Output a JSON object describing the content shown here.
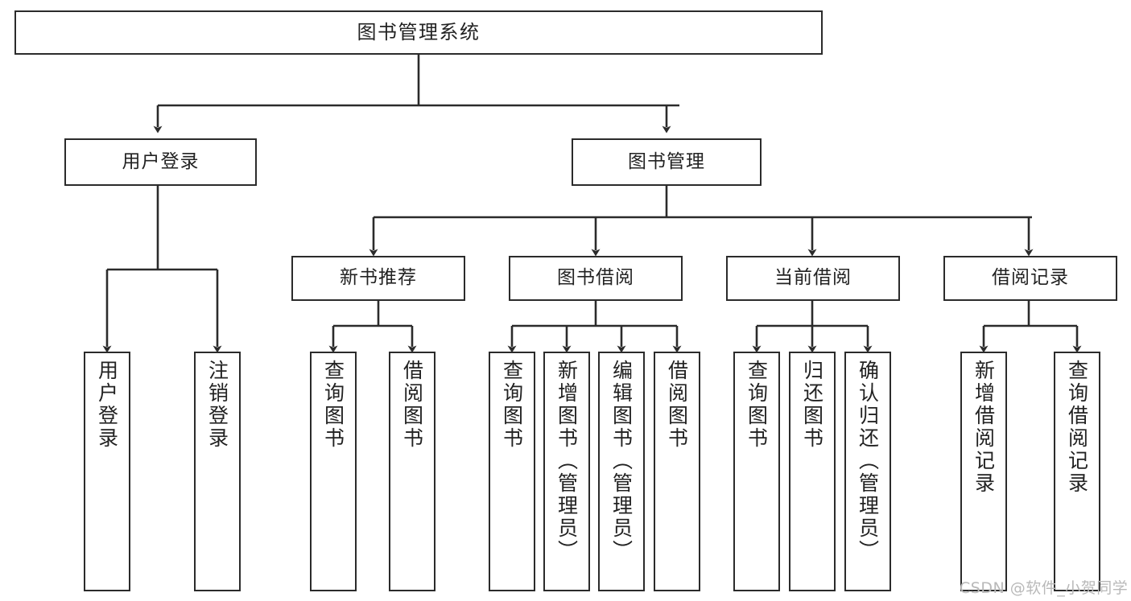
{
  "diagram": {
    "title": "图书管理系统",
    "type": "hierarchy-tree",
    "theme": {
      "background": "#ffffff",
      "box_border": "#2b2b2b",
      "box_fill": "#ffffff",
      "text": "#222222",
      "connector": "#2b2b2b",
      "watermark_color": "#b9b9b9"
    },
    "root": {
      "label": "图书管理系统"
    },
    "level2": [
      {
        "label": "用户登录"
      },
      {
        "label": "图书管理"
      }
    ],
    "level3": [
      {
        "label": "新书推荐"
      },
      {
        "label": "图书借阅"
      },
      {
        "label": "当前借阅"
      },
      {
        "label": "借阅记录"
      }
    ],
    "leaves": {
      "user_login": [
        {
          "label": "用户登录"
        },
        {
          "label": "注销登录"
        }
      ],
      "new_book_recommend": [
        {
          "label": "查询图书"
        },
        {
          "label": "借阅图书"
        }
      ],
      "book_borrow": [
        {
          "label": "查询图书"
        },
        {
          "label": "新增图书（管理员）"
        },
        {
          "label": "编辑图书（管理员）"
        },
        {
          "label": "借阅图书"
        }
      ],
      "current_borrow": [
        {
          "label": "查询图书"
        },
        {
          "label": "归还图书"
        },
        {
          "label": "确认归还（管理员）"
        }
      ],
      "borrow_record": [
        {
          "label": "新增借阅记录"
        },
        {
          "label": "查询借阅记录"
        }
      ]
    },
    "watermark": "CSDN @软件_小贺同学"
  }
}
